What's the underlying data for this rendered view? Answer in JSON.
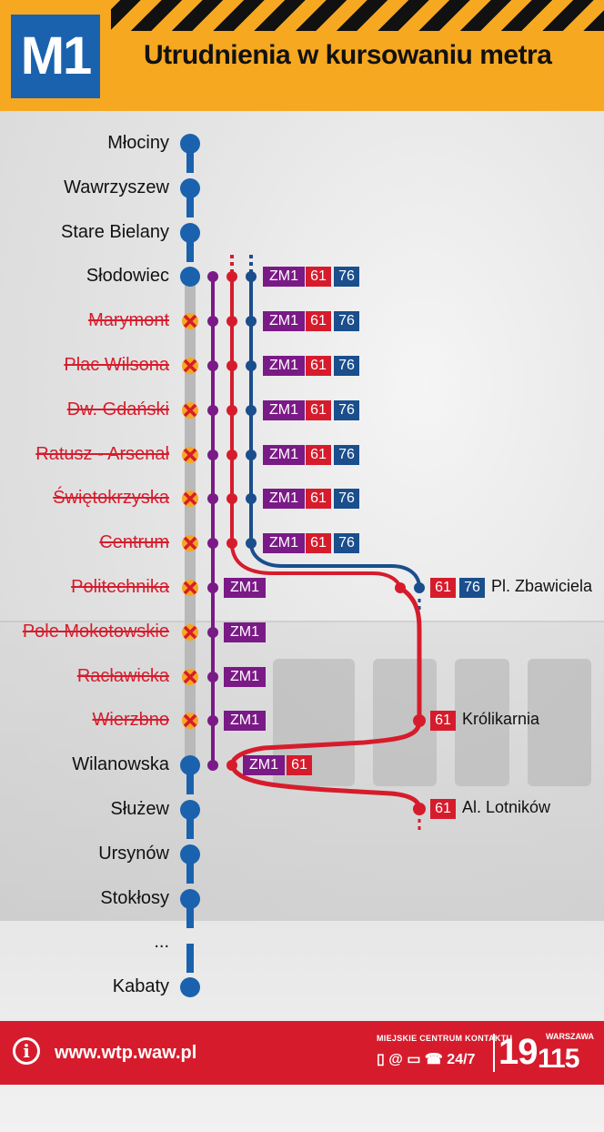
{
  "header": {
    "line": "M1",
    "title": "Utrudnienia w kursowaniu metra"
  },
  "stations": [
    {
      "name": "Młociny",
      "closed": false
    },
    {
      "name": "Wawrzyszew",
      "closed": false
    },
    {
      "name": "Stare Bielany",
      "closed": false
    },
    {
      "name": "Słodowiec",
      "closed": false
    },
    {
      "name": "Marymont",
      "closed": true
    },
    {
      "name": "Plac Wilsona",
      "closed": true
    },
    {
      "name": "Dw. Gdański",
      "closed": true
    },
    {
      "name": "Ratusz - Arsenał",
      "closed": true
    },
    {
      "name": "Świętokrzyska",
      "closed": true
    },
    {
      "name": "Centrum",
      "closed": true
    },
    {
      "name": "Politechnika",
      "closed": true
    },
    {
      "name": "Pole Mokotowskie",
      "closed": true
    },
    {
      "name": "Racławicka",
      "closed": true
    },
    {
      "name": "Wierzbno",
      "closed": true
    },
    {
      "name": "Wilanowska",
      "closed": false
    },
    {
      "name": "Służew",
      "closed": false
    },
    {
      "name": "Ursynów",
      "closed": false
    },
    {
      "name": "Stokłosy",
      "closed": false
    },
    {
      "name": "...",
      "closed": false
    },
    {
      "name": "Kabaty",
      "closed": false
    }
  ],
  "routes": {
    "zm1": "ZM1",
    "r61": "61",
    "r76": "76"
  },
  "colors": {
    "metro": "#1a62ad",
    "zm1": "#7a1a86",
    "r61": "#d61c2c",
    "r76": "#1a4e8c",
    "header": "#f6a821"
  },
  "transfers": {
    "pl_zbawiciela": "Pl. Zbawiciela",
    "krolikarnia": "Królikarnia",
    "al_lotnikow": "Al. Lotników"
  },
  "footer": {
    "info_icon": "i",
    "url": "www.wtp.waw.pl",
    "contact_label": "MIEJSKIE CENTRUM KONTAKTU",
    "contact_hours": "24/7",
    "phone_prefix": "19",
    "phone_suffix": "115",
    "city": "WARSZAWA"
  }
}
